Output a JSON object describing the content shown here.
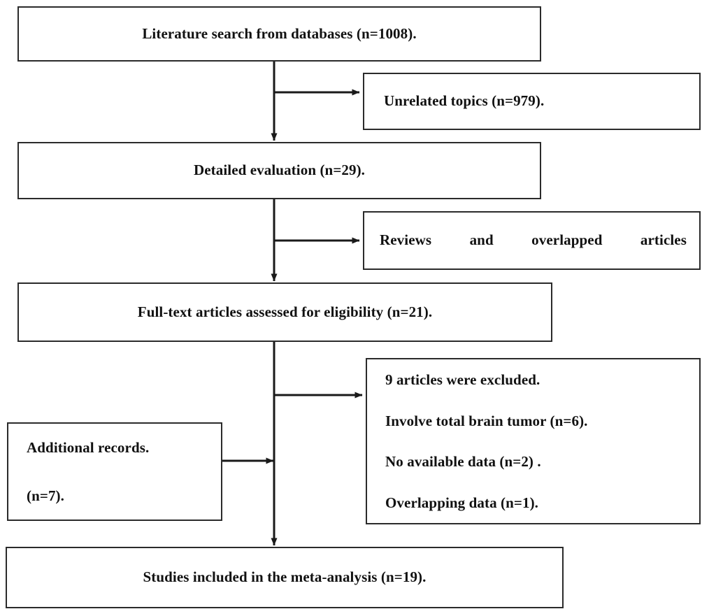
{
  "diagram": {
    "type": "flowchart",
    "title": "PRISMA study selection flow diagram",
    "colors": {
      "box_border": "#2b2b2b",
      "box_fill": "#ffffff",
      "connector": "#1a1a1a",
      "text": "#111111"
    },
    "nodes": [
      {
        "id": "literature-search",
        "lines": [
          "Literature search from databases (n=1008)."
        ],
        "n": 1008
      },
      {
        "id": "unrelated-topics",
        "lines": [
          "Unrelated topics (n=979)."
        ],
        "n": 979
      },
      {
        "id": "detailed-evaluation",
        "lines": [
          "Detailed evaluation (n=29)."
        ],
        "n": 29
      },
      {
        "id": "reviews-overlapped",
        "lines": [
          "Reviews and overlapped articles"
        ],
        "n": null
      },
      {
        "id": "fulltext-assessed",
        "lines": [
          "Full-text articles assessed for eligibility (n=21)."
        ],
        "n": 21
      },
      {
        "id": "exclusions",
        "lines": [
          "9 articles were excluded.",
          "Involve total brain tumor (n=6).",
          "No available data (n=2) .",
          "Overlapping data (n=1)."
        ],
        "n": 9
      },
      {
        "id": "additional-records",
        "lines": [
          "Additional records.",
          "(n=7)."
        ],
        "n": 7
      },
      {
        "id": "studies-included",
        "lines": [
          "Studies included in the meta-analysis (n=19)."
        ],
        "n": 19
      }
    ],
    "edges": [
      {
        "id": "search-to-evaluation",
        "from": "literature-search",
        "to": "detailed-evaluation",
        "direction": "down"
      },
      {
        "id": "search-to-unrelated",
        "from": "literature-search",
        "to": "unrelated-topics",
        "direction": "right"
      },
      {
        "id": "evaluation-to-fulltext",
        "from": "detailed-evaluation",
        "to": "fulltext-assessed",
        "direction": "down"
      },
      {
        "id": "evaluation-to-reviews",
        "from": "detailed-evaluation",
        "to": "reviews-overlapped",
        "direction": "right"
      },
      {
        "id": "fulltext-to-included",
        "from": "fulltext-assessed",
        "to": "studies-included",
        "direction": "down"
      },
      {
        "id": "fulltext-to-exclusions",
        "from": "fulltext-assessed",
        "to": "exclusions",
        "direction": "right"
      },
      {
        "id": "additional-to-included",
        "from": "additional-records",
        "to": "studies-included",
        "direction": "right"
      }
    ]
  }
}
